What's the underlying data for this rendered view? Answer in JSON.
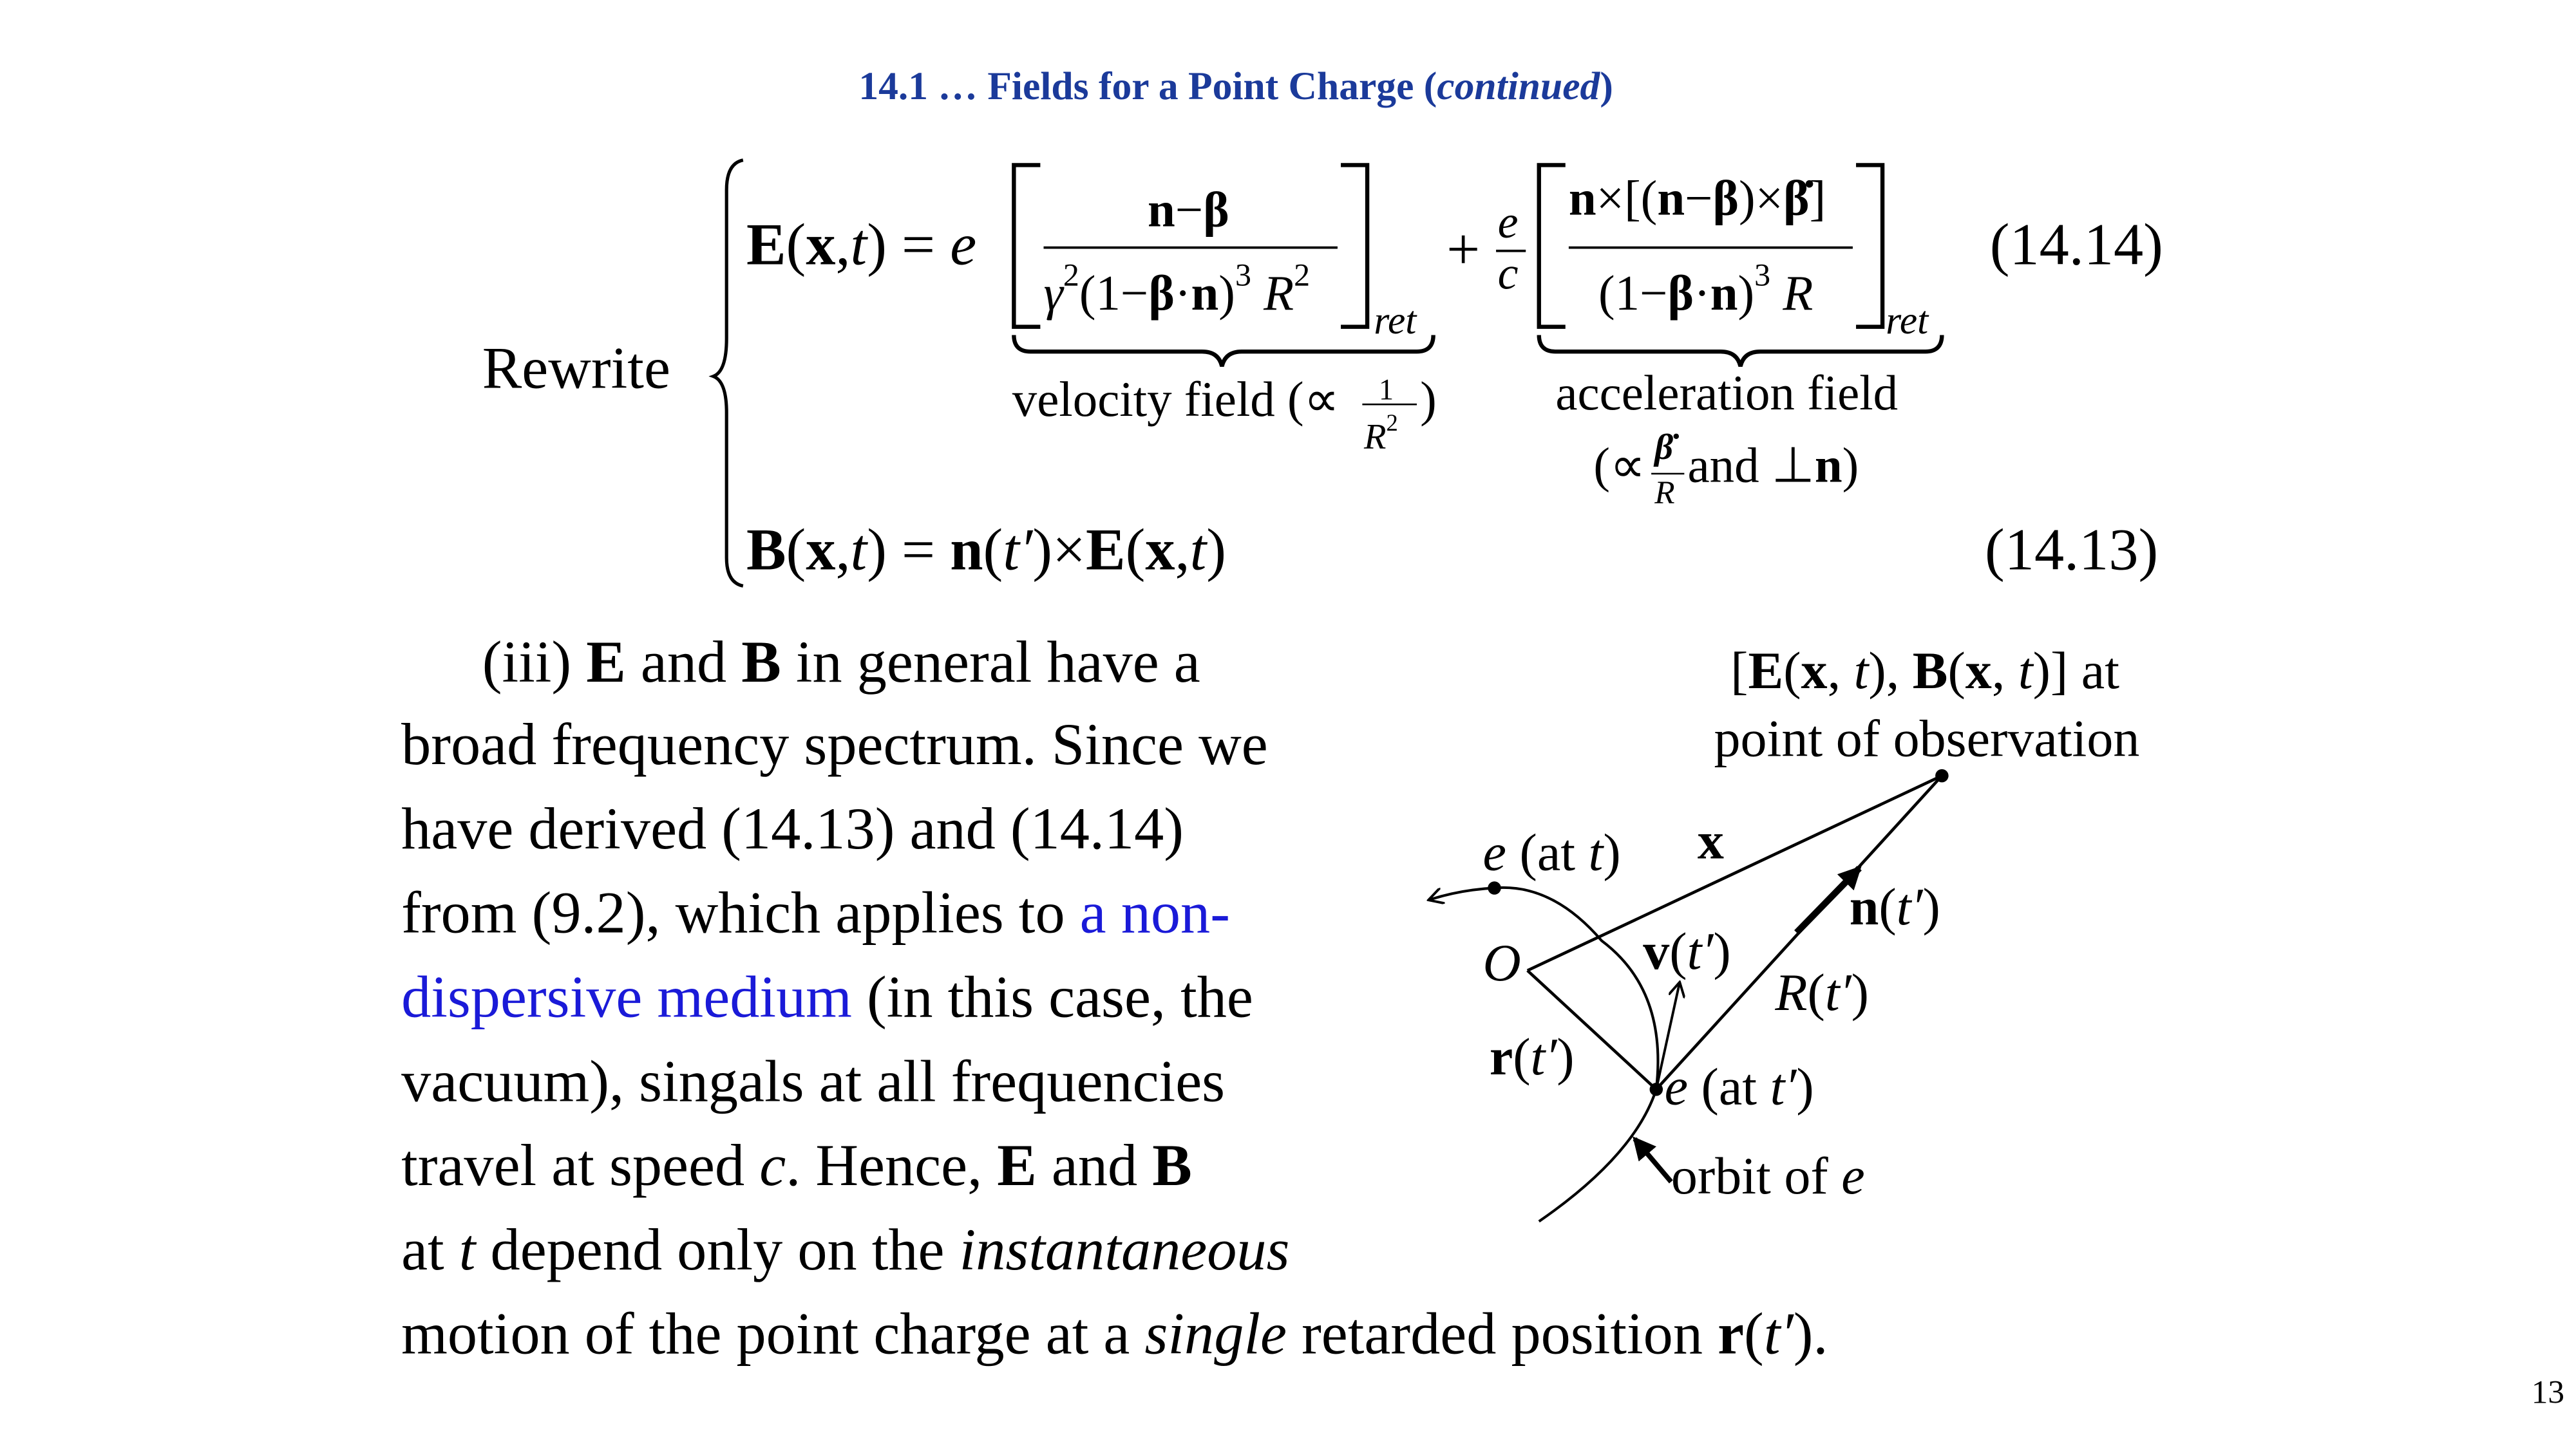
{
  "title": [
    {
      "t": "14.1 … Fields for a Point Charge ",
      "s": ""
    },
    {
      "t": "(",
      "s": "n"
    },
    {
      "t": "continued",
      "s": "i"
    },
    {
      "t": ")",
      "s": "n"
    }
  ],
  "rewrite_label": "Rewrite",
  "eq_e": {
    "lhs": [
      {
        "t": "E",
        "s": "b"
      },
      {
        "t": "(",
        "s": ""
      },
      {
        "t": "x",
        "s": "b"
      },
      {
        "t": ",",
        "s": ""
      },
      {
        "t": "t",
        "s": "i"
      },
      {
        "t": ") = ",
        "s": ""
      },
      {
        "t": "e",
        "s": "i"
      }
    ],
    "v_num": [
      {
        "t": "n",
        "s": "b"
      },
      {
        "t": "−",
        "s": ""
      },
      {
        "t": "β",
        "s": "b"
      }
    ],
    "v_den": [
      {
        "t": "γ",
        "s": "i"
      },
      {
        "t": "2",
        "s": "sup"
      },
      {
        "t": "(1−",
        "s": ""
      },
      {
        "t": "β",
        "s": "b"
      },
      {
        "t": "·",
        "s": ""
      },
      {
        "t": "n",
        "s": "b"
      },
      {
        "t": ")",
        "s": ""
      },
      {
        "t": "3",
        "s": "sup"
      },
      {
        "t": " ",
        "s": ""
      },
      {
        "t": "R",
        "s": "i"
      },
      {
        "t": "2",
        "s": "sup"
      }
    ],
    "ret1": "ret",
    "plus": "+",
    "coef_num": "e",
    "coef_den": "c",
    "a_num": [
      {
        "t": "n",
        "s": "b"
      },
      {
        "t": "×[(",
        "s": ""
      },
      {
        "t": "n",
        "s": "b"
      },
      {
        "t": "−",
        "s": ""
      },
      {
        "t": "β",
        "s": "b"
      },
      {
        "t": ")×",
        "s": ""
      },
      {
        "t": "β̇",
        "s": "b"
      },
      {
        "t": "]",
        "s": ""
      }
    ],
    "a_den": [
      {
        "t": "(1−",
        "s": ""
      },
      {
        "t": "β",
        "s": "b"
      },
      {
        "t": "·",
        "s": ""
      },
      {
        "t": "n",
        "s": "b"
      },
      {
        "t": ")",
        "s": ""
      },
      {
        "t": "3",
        "s": "sup"
      },
      {
        "t": " ",
        "s": ""
      },
      {
        "t": "R",
        "s": "i"
      }
    ],
    "ret2": "ret",
    "number": "(14.14)",
    "velocity_label": "velocity field (∝",
    "velocity_frac_num": "1",
    "velocity_frac_den": [
      {
        "t": "R",
        "s": "i"
      },
      {
        "t": "2",
        "s": "sup"
      }
    ],
    "velocity_close": ")",
    "accel_label": "acceleration field",
    "accel_open": "(∝",
    "accel_frac_num": "β̇",
    "accel_frac_den": "R",
    "accel_tail": [
      {
        "t": " and ⊥",
        "s": ""
      },
      {
        "t": "n",
        "s": "b"
      },
      {
        "t": ")",
        "s": ""
      }
    ]
  },
  "eq_b": {
    "expr": [
      {
        "t": "B",
        "s": "b"
      },
      {
        "t": "(",
        "s": ""
      },
      {
        "t": "x",
        "s": "b"
      },
      {
        "t": ",",
        "s": ""
      },
      {
        "t": "t",
        "s": "i"
      },
      {
        "t": ") = ",
        "s": ""
      },
      {
        "t": "n",
        "s": "b"
      },
      {
        "t": "(",
        "s": ""
      },
      {
        "t": "t′",
        "s": "i"
      },
      {
        "t": ")×",
        "s": ""
      },
      {
        "t": "E",
        "s": "b"
      },
      {
        "t": "(",
        "s": ""
      },
      {
        "t": "x",
        "s": "b"
      },
      {
        "t": ",",
        "s": ""
      },
      {
        "t": "t",
        "s": "i"
      },
      {
        "t": ")",
        "s": ""
      }
    ],
    "number": "(14.13)"
  },
  "paragraph": {
    "lines": [
      [
        {
          "t": "(iii) ",
          "s": ""
        },
        {
          "t": "E",
          "s": "b"
        },
        {
          "t": " and ",
          "s": ""
        },
        {
          "t": "B",
          "s": "b"
        },
        {
          "t": " in general have a",
          "s": ""
        }
      ],
      [
        {
          "t": "broad frequency spectrum. Since we",
          "s": ""
        }
      ],
      [
        {
          "t": "have derived (14.13) and (14.14)",
          "s": ""
        }
      ],
      [
        {
          "t": "from (9.2), which applies to ",
          "s": ""
        },
        {
          "t": "a non-",
          "s": "link"
        }
      ],
      [
        {
          "t": "dispersive medium",
          "s": "link"
        },
        {
          "t": " (in this case, the",
          "s": ""
        }
      ],
      [
        {
          "t": "vacuum), singals at all frequencies",
          "s": ""
        }
      ],
      [
        {
          "t": "travel at speed ",
          "s": ""
        },
        {
          "t": "c",
          "s": "i"
        },
        {
          "t": ". Hence, ",
          "s": ""
        },
        {
          "t": "E",
          "s": "b"
        },
        {
          "t": " and ",
          "s": ""
        },
        {
          "t": "B",
          "s": "b"
        }
      ],
      [
        {
          "t": "at ",
          "s": ""
        },
        {
          "t": "t",
          "s": "i"
        },
        {
          "t": "  depend only on the ",
          "s": ""
        },
        {
          "t": "instantaneous",
          "s": "i"
        }
      ],
      [
        {
          "t": "motion of the point charge at a ",
          "s": ""
        },
        {
          "t": "single",
          "s": "i"
        },
        {
          "t": " retarded position ",
          "s": ""
        },
        {
          "t": "r",
          "s": "b"
        },
        {
          "t": "(",
          "s": ""
        },
        {
          "t": "t′",
          "s": "i"
        },
        {
          "t": ").",
          "s": ""
        }
      ]
    ]
  },
  "diagram": {
    "obs_line1": [
      {
        "t": "[",
        "s": ""
      },
      {
        "t": "E",
        "s": "b"
      },
      {
        "t": "(",
        "s": ""
      },
      {
        "t": "x",
        "s": "b"
      },
      {
        "t": ", ",
        "s": ""
      },
      {
        "t": "t",
        "s": "i"
      },
      {
        "t": "), ",
        "s": ""
      },
      {
        "t": "B",
        "s": "b"
      },
      {
        "t": "(",
        "s": ""
      },
      {
        "t": "x",
        "s": "b"
      },
      {
        "t": ", ",
        "s": ""
      },
      {
        "t": "t",
        "s": "i"
      },
      {
        "t": ")] at",
        "s": ""
      }
    ],
    "obs_line2": "point of observation",
    "e_at_t": [
      {
        "t": "e",
        "s": "i"
      },
      {
        "t": " (at ",
        "s": ""
      },
      {
        "t": "t",
        "s": "i"
      },
      {
        "t": ")",
        "s": ""
      }
    ],
    "x_label": "x",
    "n_label": [
      {
        "t": "n",
        "s": "b"
      },
      {
        "t": "(",
        "s": ""
      },
      {
        "t": "t′",
        "s": "i"
      },
      {
        "t": ")",
        "s": ""
      }
    ],
    "origin_label": "O",
    "v_label": [
      {
        "t": "v",
        "s": "b"
      },
      {
        "t": "(",
        "s": ""
      },
      {
        "t": "t′",
        "s": "i"
      },
      {
        "t": ")",
        "s": ""
      }
    ],
    "R_label": [
      {
        "t": "R",
        "s": "i"
      },
      {
        "t": "(",
        "s": ""
      },
      {
        "t": "t′",
        "s": "i"
      },
      {
        "t": ")",
        "s": ""
      }
    ],
    "r_label": [
      {
        "t": "r",
        "s": "b"
      },
      {
        "t": "(",
        "s": ""
      },
      {
        "t": "t′",
        "s": "i"
      },
      {
        "t": ")",
        "s": ""
      }
    ],
    "e_at_tprime": [
      {
        "t": "e",
        "s": "i"
      },
      {
        "t": " (at ",
        "s": ""
      },
      {
        "t": "t′",
        "s": "i"
      },
      {
        "t": ")",
        "s": ""
      }
    ],
    "orbit_label": [
      {
        "t": "orbit of ",
        "s": ""
      },
      {
        "t": "e",
        "s": "i"
      }
    ]
  },
  "page_number": "13"
}
